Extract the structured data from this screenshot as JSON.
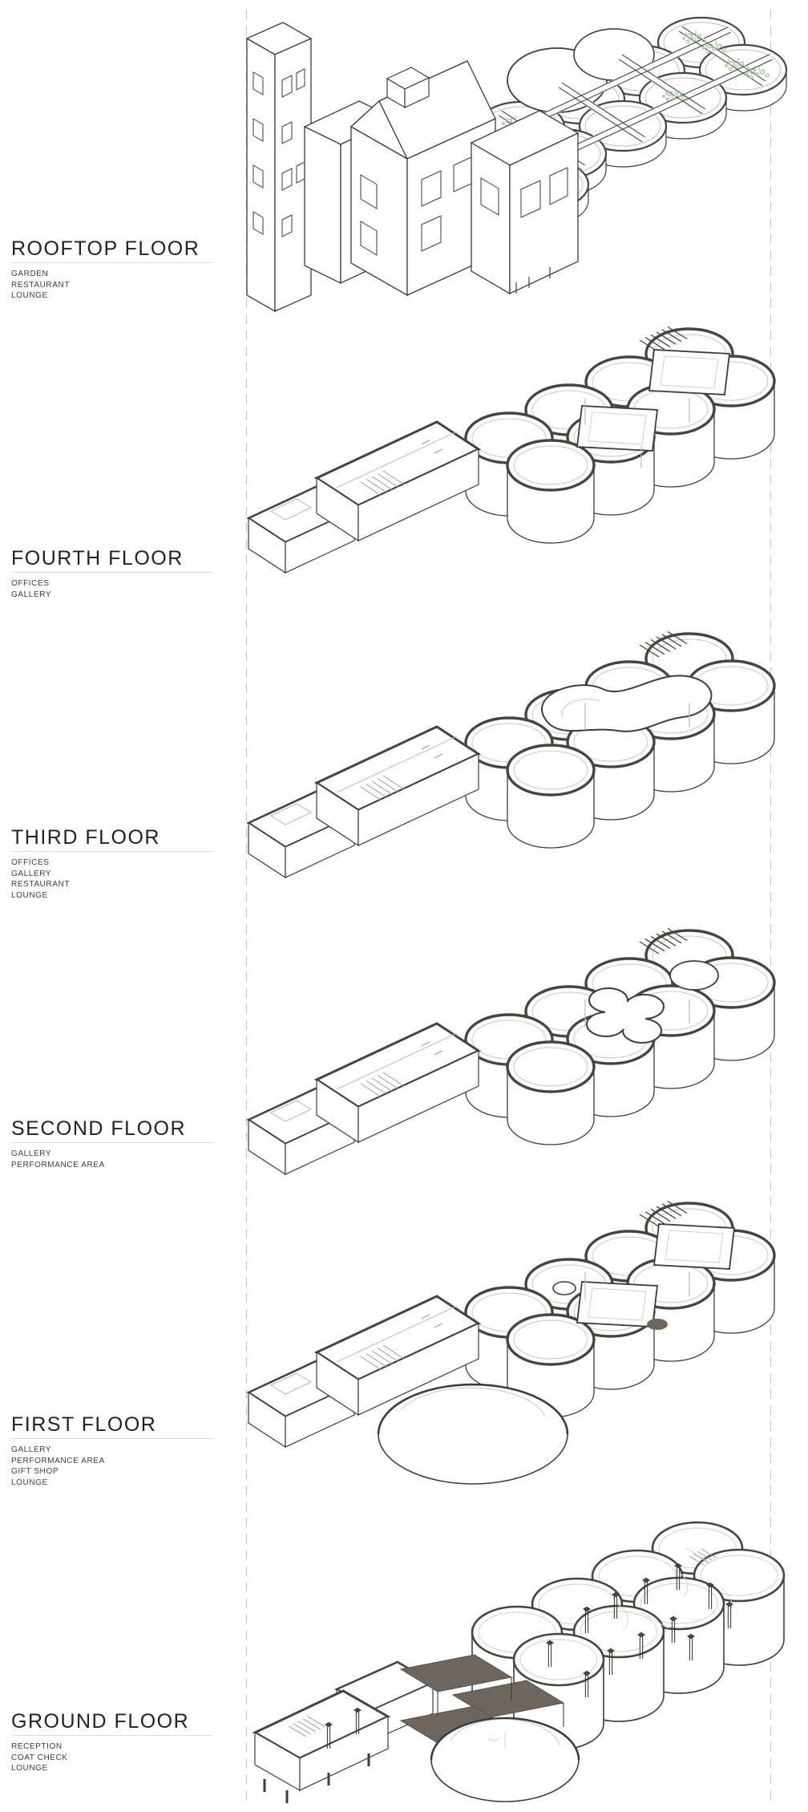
{
  "page": {
    "background": "#ffffff"
  },
  "colors": {
    "line_dark": "#3d3d3d",
    "wall_cut": "#474440",
    "line_light": "#c7c7c7",
    "plant_green": "#9cbd92",
    "canopy_fill": "#6e665e",
    "dashed_guide": "#c3c3c3",
    "heading_text": "#222222",
    "item_text": "#3f3f3f",
    "rule": "#dcdcdc"
  },
  "floors": [
    {
      "id": "rooftop",
      "title": "ROOFTOP FLOOR",
      "items": [
        "GARDEN",
        "RESTAURANT",
        "LOUNGE"
      ]
    },
    {
      "id": "fourth",
      "title": "FOURTH FLOOR",
      "items": [
        "OFFICES",
        "GALLERY"
      ]
    },
    {
      "id": "third",
      "title": "THIRD FLOOR",
      "items": [
        "OFFICES",
        "GALLERY",
        "RESTAURANT",
        "LOUNGE"
      ]
    },
    {
      "id": "second",
      "title": "SECOND FLOOR",
      "items": [
        "GALLERY",
        "PERFORMANCE AREA"
      ]
    },
    {
      "id": "first",
      "title": "FIRST FLOOR",
      "items": [
        "GALLERY",
        "PERFORMANCE AREA",
        "GIFT SHOP",
        "LOUNGE"
      ]
    },
    {
      "id": "ground",
      "title": "GROUND FLOOR",
      "items": [
        "RECEPTION",
        "COAT CHECK",
        "LOUNGE"
      ]
    }
  ]
}
